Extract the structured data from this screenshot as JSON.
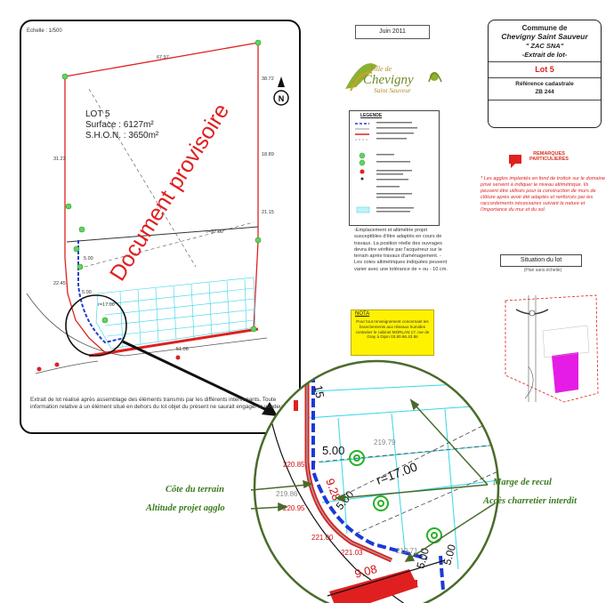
{
  "plan": {
    "scale": "Echelle : 1/500",
    "lot_title": "LOT 5",
    "surface": "Surface : 6127m²",
    "shon": "S.H.O.N. : 3650m²",
    "watermark": "Document provisoire",
    "footnote": "Extrait de lot réalisé après assemblage des éléments transmis par les différents intervenants. Toute information relative à un élément situé en dehors du lot objet du présent ne saurait engager le vendeur.",
    "dims": {
      "top": "67.97",
      "right_upper": "38.72",
      "right_mid": "18.89",
      "right_lower": "21.15",
      "left_upper": "31.23",
      "left_lower": "22.45",
      "crossline": "r=97.00",
      "radius": "r=17.00",
      "bottom": "51.08",
      "five_a": "5.00",
      "five_b": "5.00"
    }
  },
  "header": {
    "date": "Juin 2011",
    "logo_line1": "Ville de",
    "logo_name": "Chevigny",
    "logo_sub": "Saint Sauveur"
  },
  "cartouche": {
    "commune_label": "Commune de",
    "commune": "Chevigny Saint Sauveur",
    "zac": "\" ZAC SNA\"",
    "extrait": "-Extrait de lot-",
    "lot": "Lot 5",
    "ref_label": "Référence cadastrale",
    "ref": "ZB 244"
  },
  "legend": {
    "title": "LEGENDE",
    "note": "-Emplacement et altimétrie projet susceptibles d'être adaptés en cours de travaux. La position réelle des ouvrages devra être vérifiée par l'acquéreur sur le terrain après travaux d'aménagement. -Les cotes altimétriques indiquées peuvent varier avec une tolérance de + ou - 10 cm."
  },
  "nota": {
    "title": "NOTA",
    "text": "Pour tout renseignement concernant les branchements aux réseaux humides contacter le cabinet MORLAN 17, rue de Gray à Dijon 03.80.66.43.88"
  },
  "remarks": {
    "title": "REMARQUES PARTICULIERES",
    "text": "* Les agglos implantés en fond de trottoir sur le domaine privé servent à indiquer le niveau altimétrique. Ils peuvent être utilisés pour la construction de murs de clôture après avoir été adaptés et renforcés par les raccordements nécessaires suivant la nature et l'importance du mur et du sol."
  },
  "situation": {
    "title": "Situation du lot",
    "subtitle": "(Plan sans échelle)"
  },
  "zoom": {
    "altitudes": [
      "220.85",
      "220.95",
      "221.00",
      "221.03",
      "219.79",
      "219.86",
      "219.71"
    ],
    "dist": [
      "5.00",
      "5.00",
      "9.28",
      "9.08",
      "5.00",
      "5.00"
    ],
    "radius": "r=17.00",
    "top_num": "15"
  },
  "annotations": {
    "cote_terrain": "Côte du terrain",
    "altitude_projet": "Altitude projet agglo",
    "marge_recul": "Marge de recul",
    "acces": "Accès charretier interdit"
  }
}
